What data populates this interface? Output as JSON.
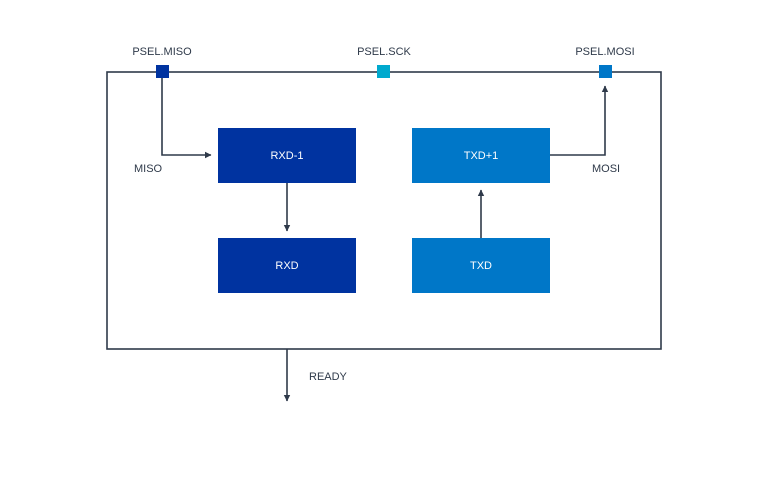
{
  "pins": {
    "miso": {
      "label": "PSEL.MISO",
      "color": "#0033a0"
    },
    "sck": {
      "label": "PSEL.SCK",
      "color": "#00a9ce"
    },
    "mosi": {
      "label": "PSEL.MOSI",
      "color": "#0077c8"
    }
  },
  "blocks": {
    "rxd1": {
      "label": "RXD-1",
      "color": "#0033a0"
    },
    "rxd": {
      "label": "RXD",
      "color": "#0033a0"
    },
    "txd1": {
      "label": "TXD+1",
      "color": "#0077c8"
    },
    "txd": {
      "label": "TXD",
      "color": "#0077c8"
    }
  },
  "signals": {
    "miso": "MISO",
    "mosi": "MOSI",
    "ready": "READY"
  },
  "colors": {
    "line": "#2f3a4a",
    "background": "#ffffff"
  }
}
